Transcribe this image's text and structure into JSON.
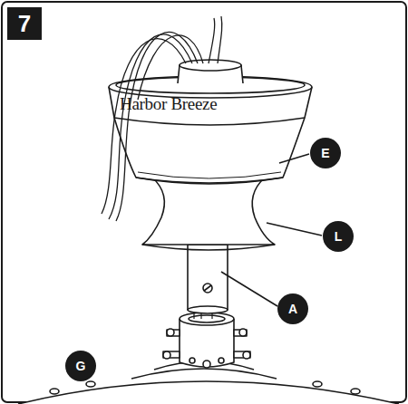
{
  "diagram": {
    "nodes": [
      {
        "text": [
          "7"
        ]
      },
      {
        "text": [
          "E"
        ]
      },
      {
        "text": [
          "L"
        ]
      },
      {
        "text": [
          "A"
        ]
      },
      {
        "text": [
          "G"
        ]
      }
    ],
    "labels": [
      "Harbor Breeze"
    ]
  }
}
